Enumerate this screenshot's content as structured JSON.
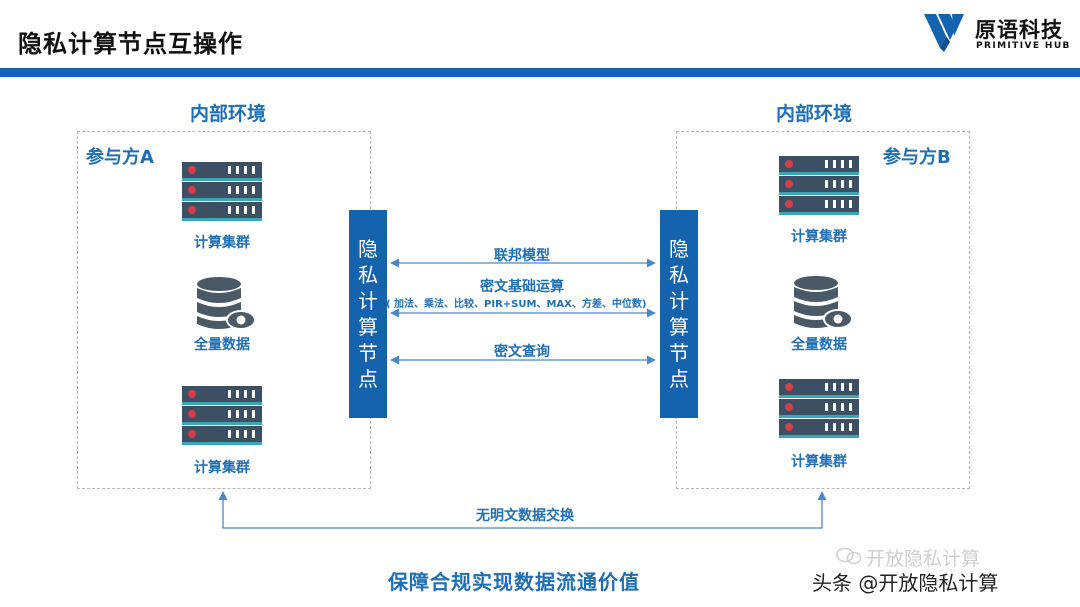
{
  "header": {
    "title": "隐私计算节点互操作",
    "logo_cn": "原语科技",
    "logo_en": "PRIMITIVE HUB"
  },
  "left": {
    "env": "内部环境",
    "party": "参与方A",
    "cluster_top": "计算集群",
    "data": "全量数据",
    "cluster_bottom": "计算集群"
  },
  "right": {
    "env": "内部环境",
    "party": "参与方B",
    "cluster_top": "计算集群",
    "data": "全量数据",
    "cluster_bottom": "计算集群"
  },
  "node_chars": [
    "隐",
    "私",
    "计",
    "算",
    "节",
    "点"
  ],
  "links": {
    "federated": "联邦模型",
    "cipher_ops": "密文基础运算",
    "cipher_ops_detail": "( 加法、乘法、比较、PIR+SUM、MAX、方差、中位数)",
    "cipher_query": "密文查询",
    "no_plaintext": "无明文数据交换"
  },
  "footer": {
    "slogan": "保障合规实现数据流通价值",
    "watermark_faint": "开放隐私计算",
    "watermark": "头条 @开放隐私计算"
  },
  "colors": {
    "brand_blue": "#1463b0",
    "server_dark": "#3d4f63",
    "server_teal": "#3aa7b7",
    "server_red": "#d4404a"
  }
}
